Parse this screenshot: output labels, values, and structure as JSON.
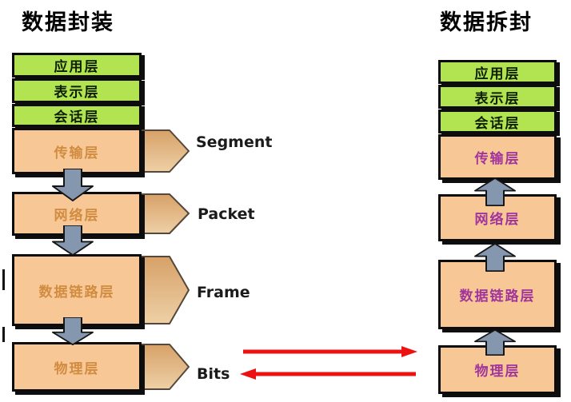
{
  "encapsulation": {
    "title": "数据封装",
    "direction": "down",
    "layers": [
      {
        "label": "应用层"
      },
      {
        "label": "表示层"
      },
      {
        "label": "会话层"
      },
      {
        "label": "传输层",
        "pdu": "Segment"
      },
      {
        "label": "网络层",
        "pdu": "Packet"
      },
      {
        "label": "数据链路层",
        "pdu": "Frame"
      },
      {
        "label": "物理层",
        "pdu": "Bits"
      }
    ]
  },
  "decapsulation": {
    "title": "数据拆封",
    "direction": "up",
    "layers": [
      {
        "label": "应用层"
      },
      {
        "label": "表示层"
      },
      {
        "label": "会话层"
      },
      {
        "label": "传输层"
      },
      {
        "label": "网络层"
      },
      {
        "label": "数据链路层"
      },
      {
        "label": "物理层"
      }
    ]
  },
  "colors": {
    "layer_green": "#b2e351",
    "layer_orange": "#f7c795",
    "encap_layer_text": "#d18c41",
    "decap_layer_text": "#a2359c",
    "flow_arrow": "#8597ae",
    "pdu_arrow_dark": "#d7a168",
    "pdu_arrow_light": "#eed0a6",
    "transmission_arrow": "#ec1212"
  }
}
